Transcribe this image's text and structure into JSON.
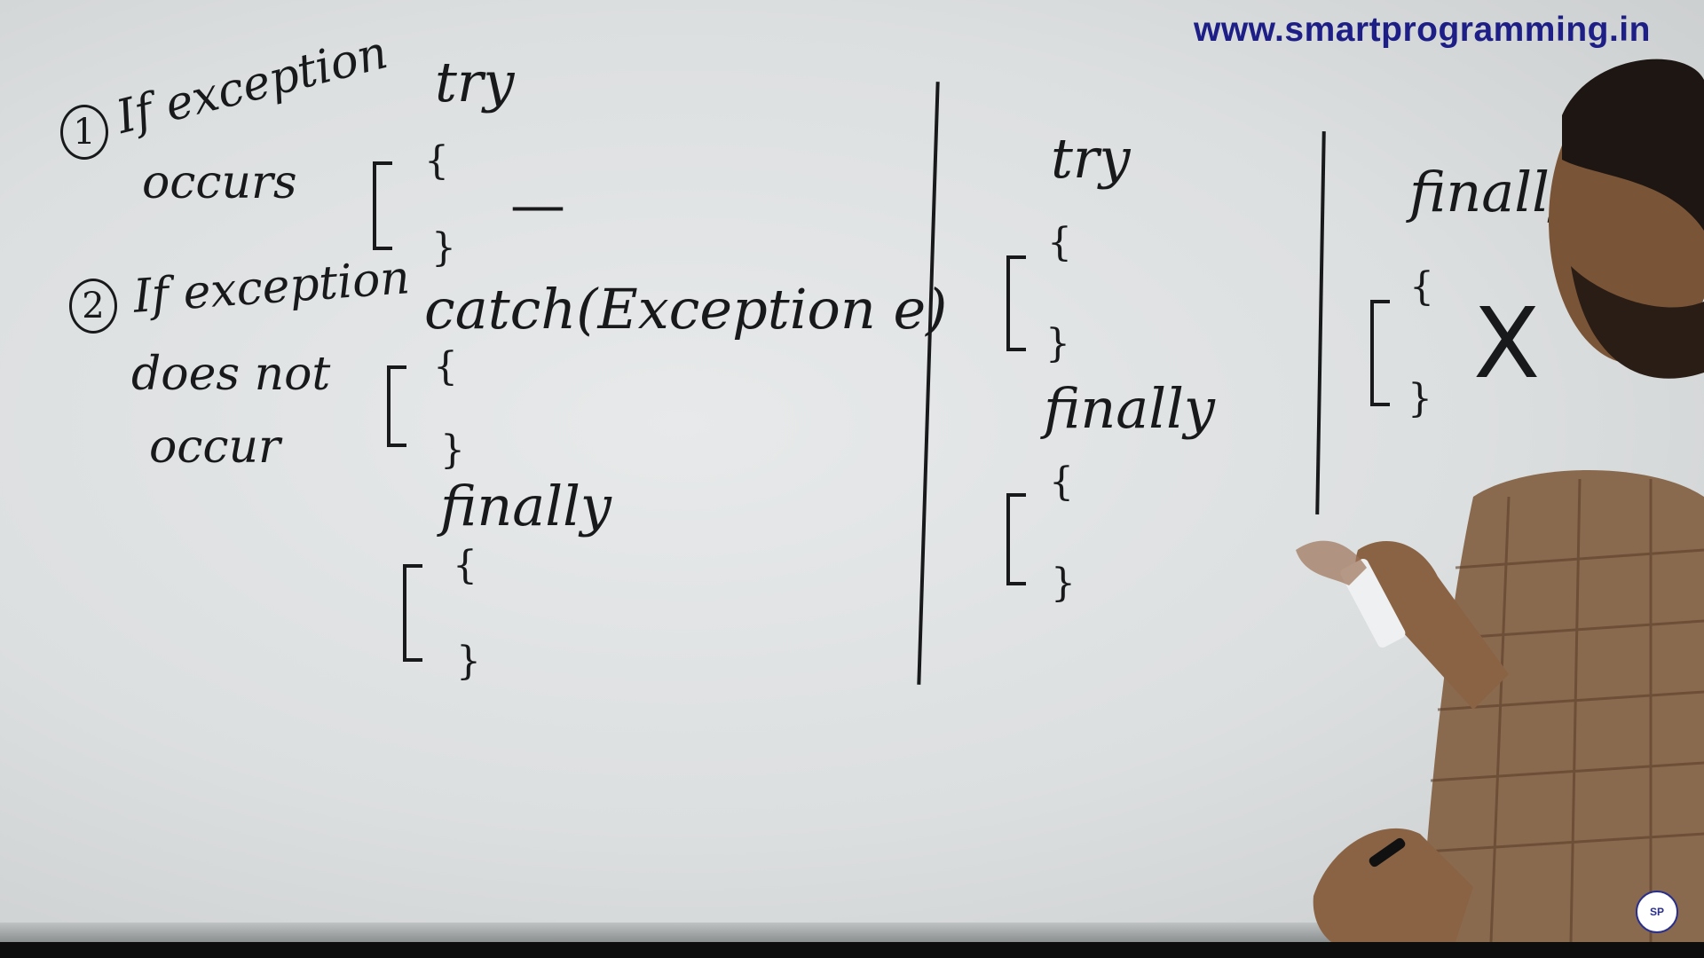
{
  "header": {
    "url": "www.smartprogramming.in"
  },
  "notes": {
    "item1_number": "1",
    "item1_text_line1": "If exception",
    "item1_text_line2": "occurs",
    "item2_number": "2",
    "item2_text_line1": "If exception",
    "item2_text_line2": "does not",
    "item2_text_line3": "occur"
  },
  "left_block": {
    "try_label": "try",
    "open_brace": "{",
    "close_brace": "}",
    "catch_label": "catch(Exception e)",
    "finally_label": "finally"
  },
  "middle_block": {
    "try_label": "try",
    "open_brace": "{",
    "close_brace": "}",
    "finally_label": "finally"
  },
  "right_block": {
    "finally_label": "finally",
    "open_brace": "{",
    "close_brace": "}",
    "invalid_mark": "X"
  },
  "logo": {
    "text": "SP"
  },
  "colors": {
    "ink": "#17191b",
    "url": "#1e1f86",
    "board": "#dfe1e2"
  }
}
